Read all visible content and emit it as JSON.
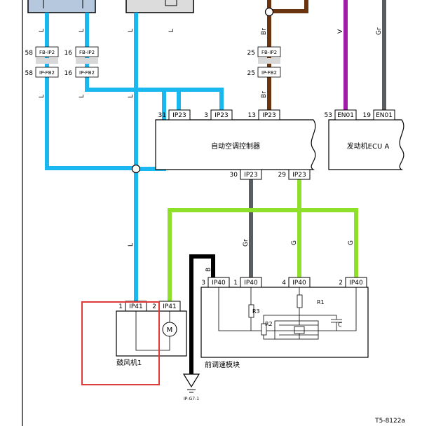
{
  "wire_colors": {
    "L": "#1ab8f0",
    "Br": "#6b3410",
    "V": "#a21ba8",
    "Gr": "#5a5d60",
    "G": "#8fe02a",
    "B": "#000000"
  },
  "highlight_color": "#e03b3b",
  "labels": {
    "wire_L": "L",
    "wire_Br": "Br",
    "wire_V": "V",
    "wire_Gr": "Gr",
    "wire_G": "G",
    "wire_B": "B",
    "pin_58": "58",
    "pin_16": "16",
    "pin_25": "25",
    "pin_31": "31",
    "pin_3": "3",
    "pin_13": "13",
    "pin_53": "53",
    "pin_19": "19",
    "pin_30": "30",
    "pin_29": "29",
    "pin_1": "1",
    "pin_4": "4",
    "pin_2": "2",
    "conn_FBIP2": "FB-IP2",
    "conn_IPFB2": "IP-FB2",
    "conn_IP23": "IP23",
    "conn_EN01": "EN01",
    "conn_IP40": "IP40",
    "conn_IP41": "IP41",
    "ac_controller": "自动空调控制器",
    "engine_ecu": "发动机ECU  A",
    "blower": "鼓风机1",
    "front_speed_module": "前调速模块",
    "ground": "IP-G7-1",
    "motor": "M",
    "r1": "R1",
    "r2": "R2",
    "r3": "R3",
    "cap": "C",
    "figure_id": "T5-8122a"
  }
}
